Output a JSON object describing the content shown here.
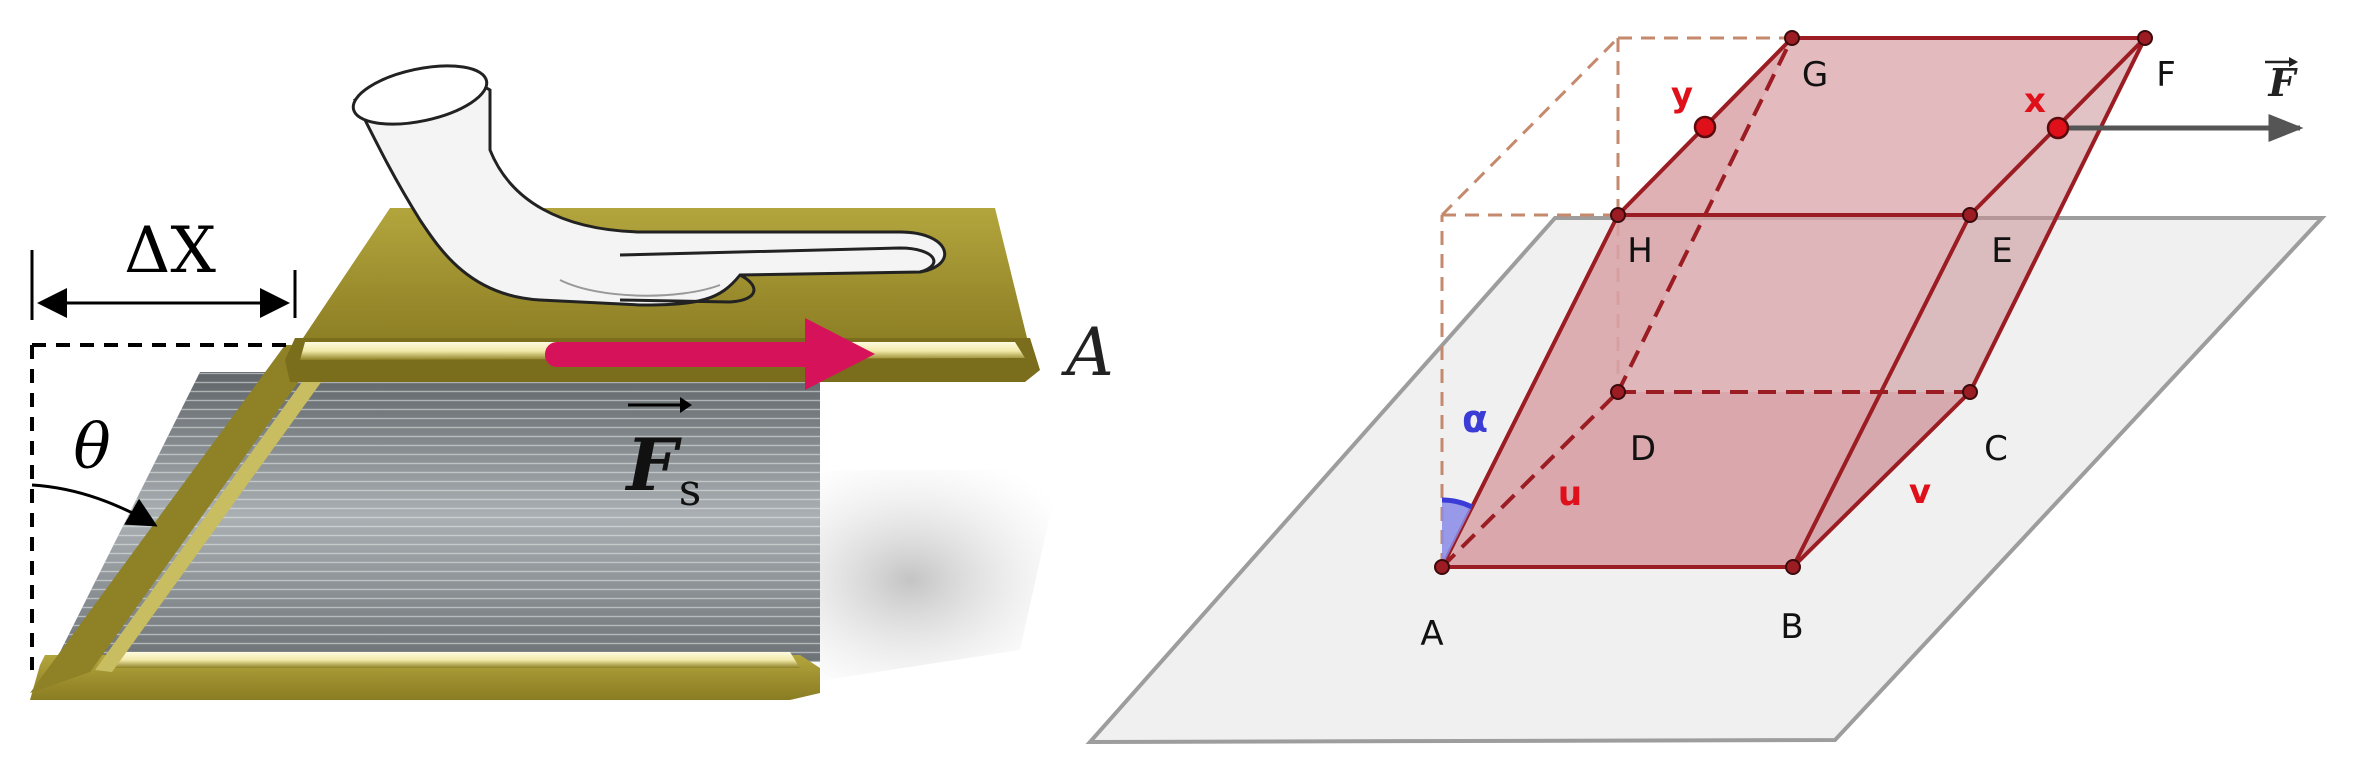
{
  "left_figure": {
    "labels": {
      "delta_x": "ΔX",
      "theta": "θ",
      "area": "A",
      "force": "F",
      "force_sub": "s"
    },
    "colors": {
      "plate": "#9b8c2e",
      "plate_dark": "#6f631c",
      "plate_light": "#d8cf86",
      "stack": "#8f9497",
      "force_arrow": "#d6125a"
    }
  },
  "right_figure": {
    "vertices": {
      "A": "A",
      "B": "B",
      "C": "C",
      "D": "D",
      "E": "E",
      "F": "F",
      "G": "G",
      "H": "H"
    },
    "points": {
      "x": "x",
      "y": "y"
    },
    "edges": {
      "u": "u",
      "v": "v"
    },
    "angle": "α",
    "force": "F",
    "colors": {
      "solid_fill": "#d9a3a8",
      "solid_edge": "#9b1c22",
      "dashed_box": "#c58a6d",
      "plane_fill": "#f0f0f0",
      "plane_edge": "#9d9d9d",
      "angle": "#3b3bd6",
      "point_red": "#e0101a",
      "arrow": "#555555"
    }
  }
}
